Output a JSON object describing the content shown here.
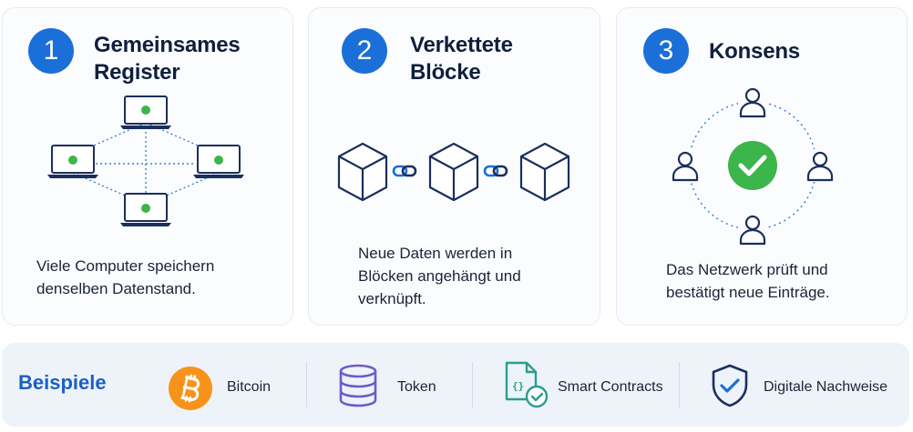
{
  "steps": [
    {
      "number": "1",
      "title_line1": "Gemeinsames",
      "title_line2": "Register",
      "desc_line1": "Viele Computer speichern",
      "desc_line2": "denselben Datenstand."
    },
    {
      "number": "2",
      "title_line1": "Verkettete",
      "title_line2": "Blöcke",
      "desc_line1": "Neue Daten werden in",
      "desc_line2": "Blöcken angehängt und",
      "desc_line3": "verknüpft."
    },
    {
      "number": "3",
      "title_line1": "Konsens",
      "desc_line1": "Das Netzwerk prüft und",
      "desc_line2": "bestätigt neue Einträge."
    }
  ],
  "examples": {
    "heading": "Beispiele",
    "items": [
      {
        "label": "Bitcoin",
        "icon": "bitcoin-icon"
      },
      {
        "label": "Token",
        "icon": "database-icon"
      },
      {
        "label": "Smart Contracts",
        "icon": "contract-icon"
      },
      {
        "label": "Digitale Nachweise",
        "icon": "shield-check-icon"
      }
    ]
  },
  "colors": {
    "accent": "#1a6fd8",
    "navy": "#1b2f5c",
    "green": "#3cb54a",
    "bitcoin": "#f7931a",
    "token": "#6f5bc7",
    "contract": "#2a9d8f"
  }
}
